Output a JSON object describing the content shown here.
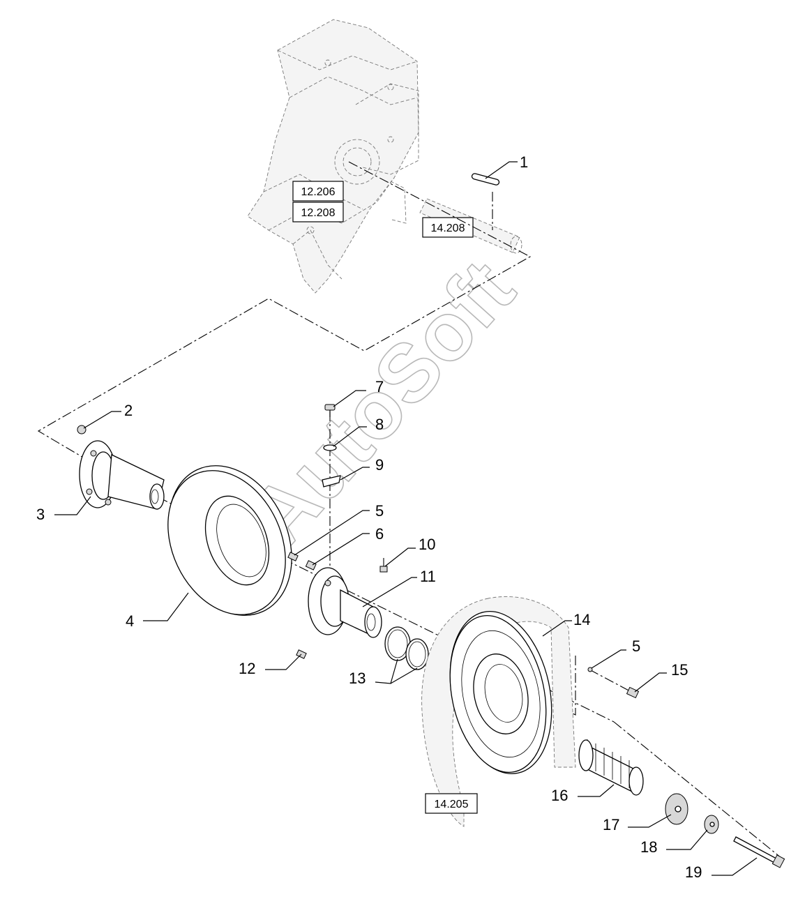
{
  "watermark": "AutoSoft",
  "reference_boxes": [
    "12.206",
    "12.208",
    "14.208",
    "14.205"
  ],
  "callouts": [
    "1",
    "2",
    "3",
    "4",
    "5",
    "6",
    "7",
    "8",
    "9",
    "10",
    "11",
    "12",
    "13",
    "14",
    "5",
    "15",
    "16",
    "17",
    "18",
    "19"
  ]
}
